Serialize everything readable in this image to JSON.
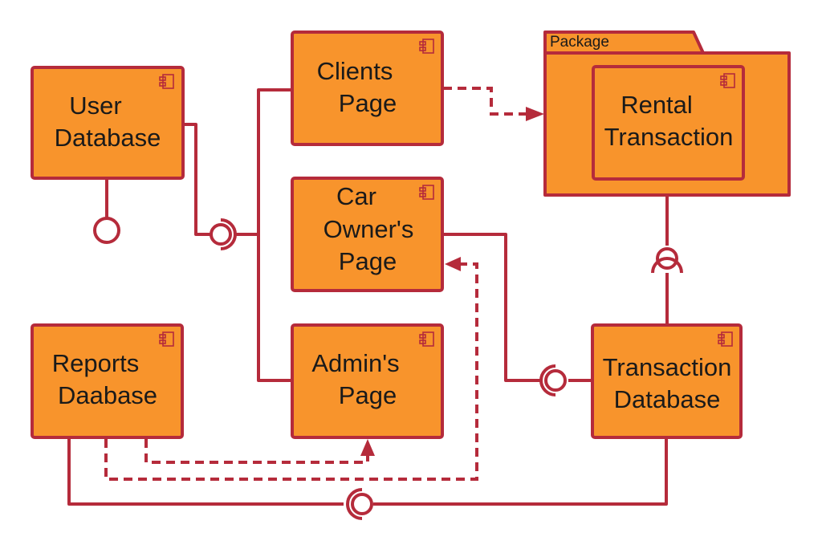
{
  "diagram": {
    "package": {
      "label": "Package"
    },
    "components": {
      "user_database": {
        "line1": "User",
        "line2": "Database"
      },
      "clients_page": {
        "line1": "Clients",
        "line2": "Page"
      },
      "car_owners_page": {
        "line1": "Car",
        "line2": "Owner's",
        "line3": "Page"
      },
      "admins_page": {
        "line1": "Admin's",
        "line2": "Page"
      },
      "reports_database": {
        "line1": "Reports",
        "line2": "Daabase"
      },
      "rental_transaction": {
        "line1": "Rental",
        "line2": "Transaction"
      },
      "transaction_database": {
        "line1": "Transaction",
        "line2": "Database"
      }
    },
    "colors": {
      "fill": "#f8942c",
      "stroke": "#b52b3b",
      "text": "#1a1a1a",
      "background": "#ffffff"
    }
  }
}
